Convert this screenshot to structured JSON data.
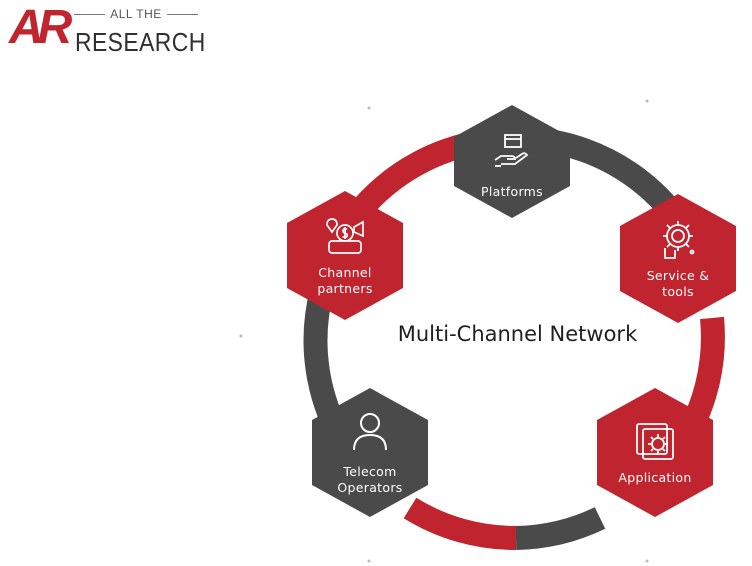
{
  "logo": {
    "mark": "AR",
    "top": "ALL THE",
    "main": "RESEARCH"
  },
  "title": "Multi-Channel Network",
  "nodes": [
    {
      "label": "Platforms",
      "icon": "box-in-hand-icon",
      "color": "#4a4a4a"
    },
    {
      "label": "Service &\ntools",
      "icon": "gear-wrench-icon",
      "color": "#c0242e"
    },
    {
      "label": "Application",
      "icon": "app-window-gear-icon",
      "color": "#c0242e"
    },
    {
      "label": "Telecom\nOperators",
      "icon": "user-icon",
      "color": "#4a4a4a"
    },
    {
      "label": "Channel\npartners",
      "icon": "money-megaphone-icon",
      "color": "#c0242e"
    }
  ],
  "colors": {
    "red": "#c0242e",
    "dark": "#4a4a4a"
  }
}
